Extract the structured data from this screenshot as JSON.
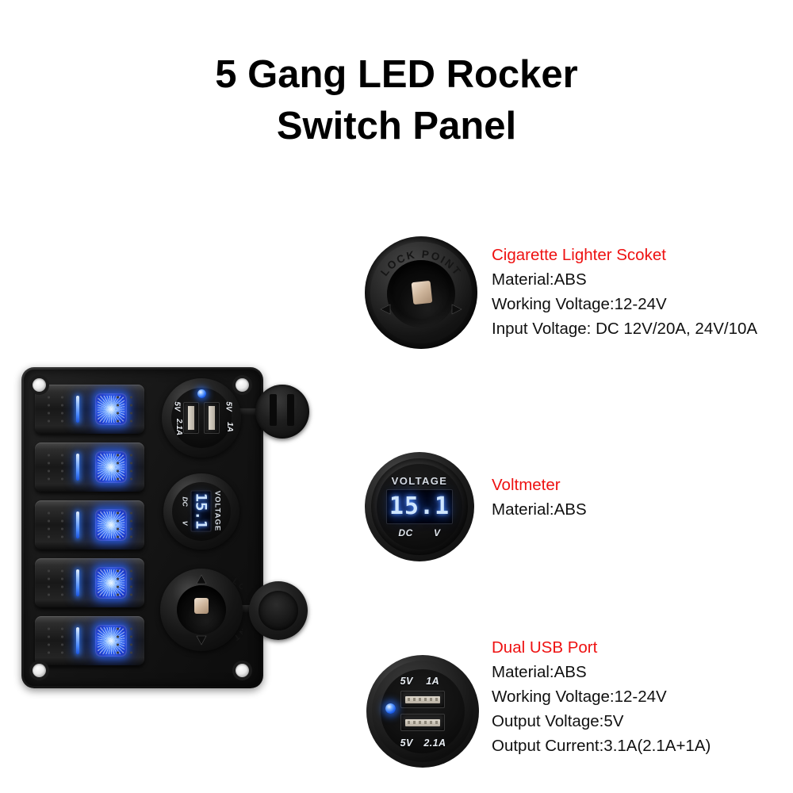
{
  "title": {
    "line1": "5 Gang LED Rocker",
    "line2": "Switch Panel"
  },
  "colors": {
    "heading_red": "#ee1111",
    "body_black": "#101010",
    "led_blue": "#2a5ff0",
    "lcd_blue": "#cfe6ff",
    "panel_black": "#151515",
    "background": "#ffffff"
  },
  "callouts": [
    {
      "id": "cigarette-lighter",
      "heading": "Cigarette Lighter Scoket",
      "lines": [
        "Material:ABS",
        "Working Voltage:12-24V",
        "Input Voltage: DC 12V/20A, 24V/10A"
      ]
    },
    {
      "id": "voltmeter",
      "heading": "Voltmeter",
      "lines": [
        "Material:ABS"
      ]
    },
    {
      "id": "dual-usb",
      "heading": "Dual USB Port",
      "lines": [
        "Material:ABS",
        "Working Voltage:12-24V",
        "Output Voltage:5V",
        "Output Current:3.1A(2.1A+1A)"
      ]
    }
  ],
  "parts": {
    "lighter": {
      "lock_text": "LOCK POINT",
      "icon": "cigarette-lighter-socket-icon"
    },
    "voltmeter": {
      "label": "VOLTAGE",
      "reading": "15.1",
      "unit_left": "DC",
      "unit_right": "V",
      "icon": "voltmeter-icon"
    },
    "usb": {
      "top_volts": "5V",
      "top_amps": "1A",
      "bottom_volts": "5V",
      "bottom_amps": "2.1A",
      "icon": "dual-usb-port-icon"
    }
  },
  "panel": {
    "switch_count": 5,
    "switches": [
      {
        "index": 1,
        "led": "on"
      },
      {
        "index": 2,
        "led": "on"
      },
      {
        "index": 3,
        "led": "on"
      },
      {
        "index": 4,
        "led": "on"
      },
      {
        "index": 5,
        "led": "on"
      }
    ],
    "usb": {
      "left_volts": "5V",
      "left_amps": "2.1A",
      "right_volts": "5V",
      "right_amps": "1A"
    },
    "voltmeter": {
      "label": "VOLTAGE",
      "reading": "15.1",
      "unit_left": "DC",
      "unit_right": "V"
    },
    "mount_holes": 4
  }
}
